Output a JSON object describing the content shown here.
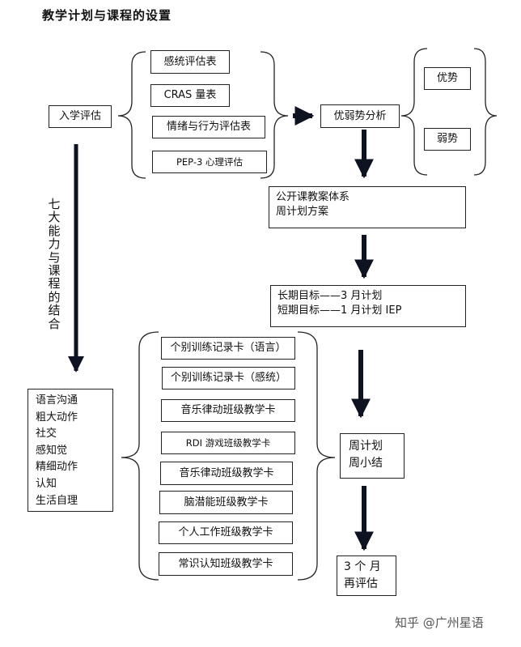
{
  "title": "教学计划与课程的设置",
  "intake": "入学评估",
  "assessments": [
    "感统评估表",
    "CRAS 量表",
    "情绪与行为评估表",
    "PEP-3 心理评估"
  ],
  "analysis": "优弱势分析",
  "analysis_results": [
    "优势",
    "弱势"
  ],
  "plan_system": [
    "公开课教案体系",
    "周计划方案"
  ],
  "goals": [
    "长期目标——3 月计划",
    "短期目标——1 月计划 IEP"
  ],
  "side_label": "七大能力与课程的结合",
  "abilities": [
    "语言沟通",
    "粗大动作",
    "社交",
    "感知觉",
    "精细动作",
    "认知",
    "生活自理"
  ],
  "cards": [
    "个别训练记录卡（语言）",
    "个别训练记录卡（感统）",
    "音乐律动班级教学卡",
    "RDI 游戏班级教学卡",
    "音乐律动班级教学卡",
    "脑潜能班级教学卡",
    "个人工作班级教学卡",
    "常识认知班级教学卡"
  ],
  "weekly": [
    "周计划",
    "周小结"
  ],
  "review": [
    "3 个 月",
    "再评估"
  ],
  "watermark": "知乎 @广州星语"
}
